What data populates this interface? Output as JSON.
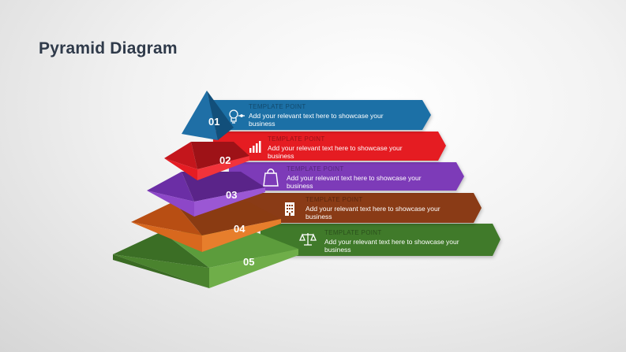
{
  "title": "Pyramid Diagram",
  "colors": {
    "blue": "#1f6fa6",
    "red": "#e51c23",
    "purple": "#7d3bb8",
    "orange": "#c2571a",
    "green": "#3f7a2a"
  },
  "levels": [
    {
      "number": "01",
      "heading": "TEMPLATE POINT",
      "text": "Add your relevant text here to showcase  your business",
      "icon": "lightbulb-icon"
    },
    {
      "number": "02",
      "heading": "TEMPLATE POINT",
      "text": "Add your relevant text here to showcase  your business",
      "icon": "bar-chart-icon"
    },
    {
      "number": "03",
      "heading": "TEMPLATE POINT",
      "text": "Add your relevant text here to showcase  your business",
      "icon": "shopping-bag-icon"
    },
    {
      "number": "04",
      "heading": "TEMPLATE POINT",
      "text": "Add your relevant text here to showcase  your business",
      "icon": "building-icon"
    },
    {
      "number": "05",
      "heading": "TEMPLATE POINT",
      "text": "Add your relevant text here to showcase  your business",
      "icon": "scale-icon"
    }
  ]
}
